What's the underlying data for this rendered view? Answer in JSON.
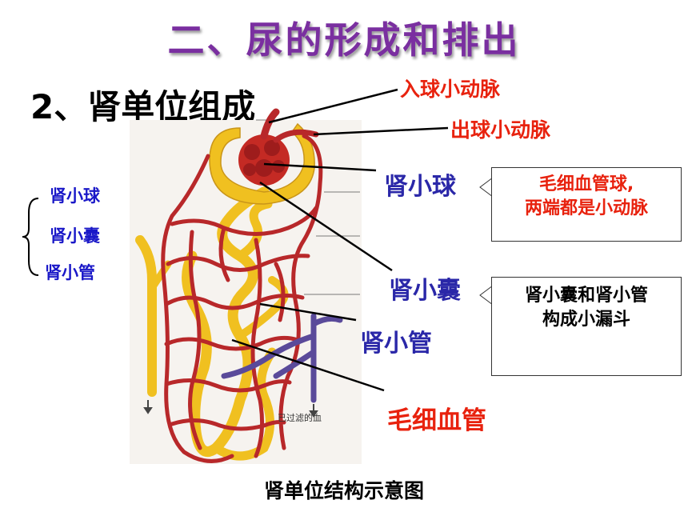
{
  "title": "二、尿的形成和排出",
  "subtitle": "2、肾单位组成",
  "labels": {
    "afferent": "入球小动脉",
    "efferent": "出球小动脉",
    "glomerulus": "肾小球",
    "capsule": "肾小囊",
    "tubule": "肾小管",
    "capillary": "毛细血管"
  },
  "side_list": [
    "肾小球",
    "肾小囊",
    "肾小管"
  ],
  "callouts": {
    "glomerulus_note": [
      "毛细血管球,",
      "两端都是小动脉"
    ],
    "capsule_note": [
      "肾小囊和肾小管",
      "构成小漏斗"
    ]
  },
  "figure_note": "已过滤的血",
  "caption": "肾单位结构示意图",
  "colors": {
    "title": "#7a2fa0",
    "red_label": "#e8220e",
    "blue_label": "#2a27a8",
    "tubule": "#f0c020",
    "vessel": "#b8282a",
    "vein": "#5a4a9a"
  }
}
